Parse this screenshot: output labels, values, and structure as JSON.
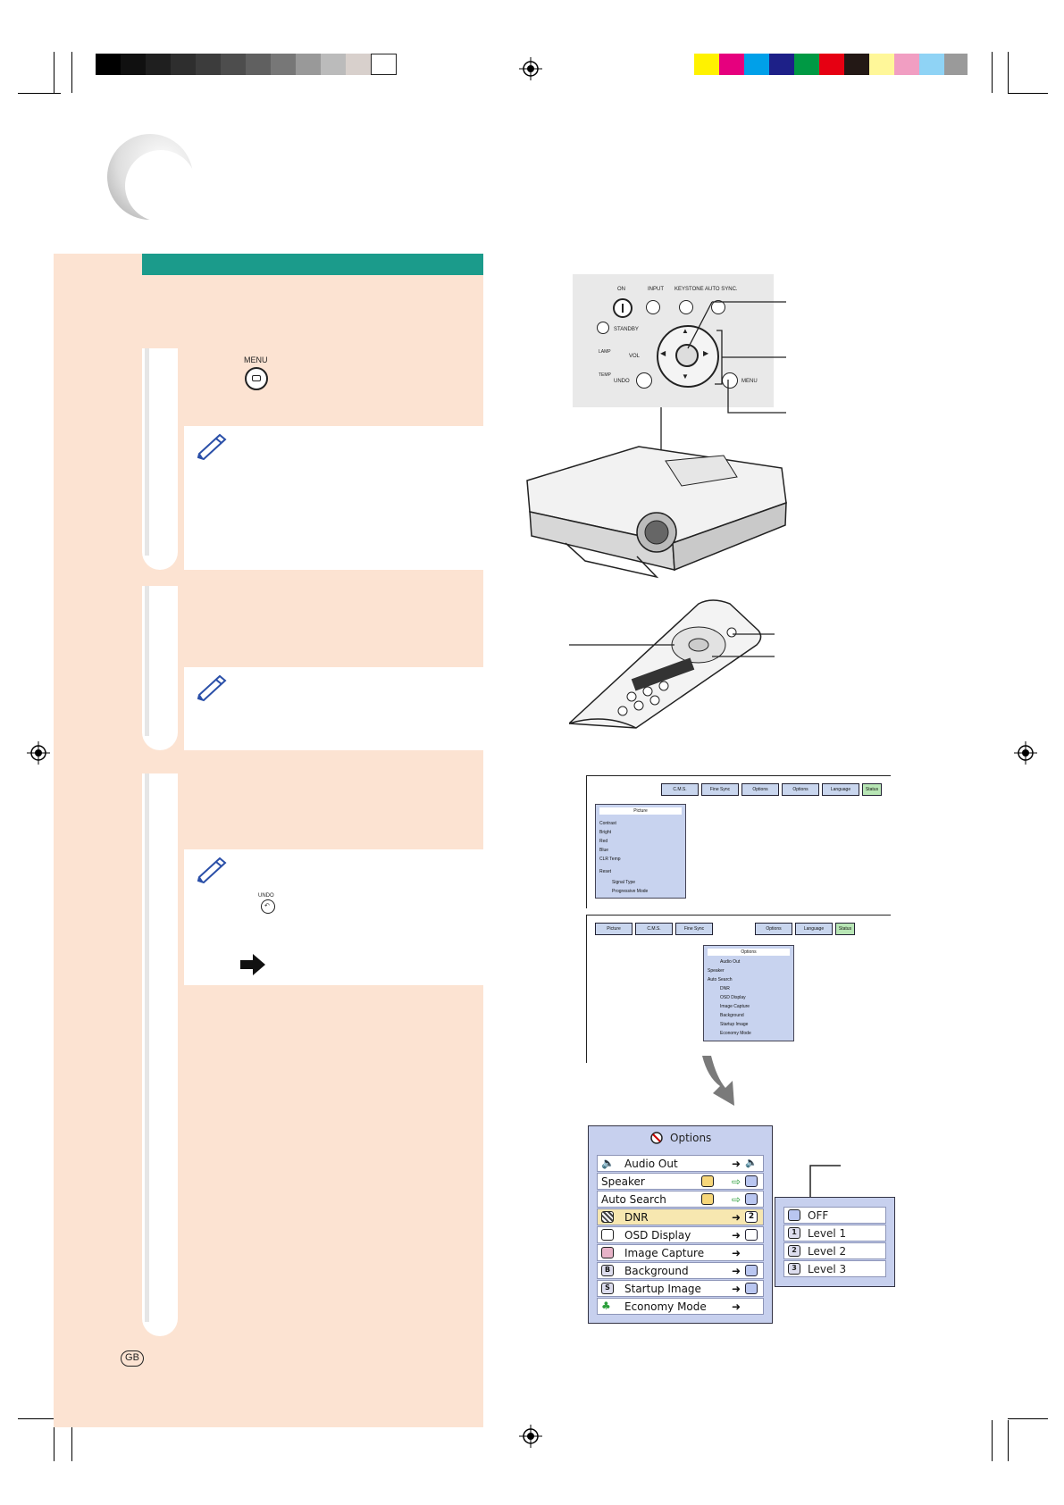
{
  "labels": {
    "menu_button_top": "MENU",
    "undo_button": "UNDO",
    "panel_on": "ON",
    "panel_input": "INPUT",
    "panel_keystone": "KEYSTONE",
    "panel_autosync": "AUTO SYNC.",
    "panel_standby": "STANDBY",
    "panel_lamp": "LAMP",
    "panel_temp": "TEMP",
    "panel_vol": "VOL",
    "panel_undo": "UNDO",
    "panel_menu": "MENU",
    "region": "GB"
  },
  "menu_bar_1": {
    "tabs": [
      "C.M.S.",
      "Fine Sync",
      "Options",
      "Options",
      "Language",
      "Status"
    ],
    "submenu_title": "Picture",
    "rows": [
      "Contrast",
      "Bright",
      "Red",
      "Blue",
      "CLR Temp",
      "Reset",
      "Signal Type",
      "Progressive Mode"
    ]
  },
  "menu_bar_2": {
    "tabs_left": [
      "Picture",
      "C.M.S.",
      "Fine Sync"
    ],
    "tabs_right": [
      "Options",
      "Language",
      "Status"
    ],
    "submenu_title": "Options",
    "rows": [
      "Audio Out",
      "Speaker",
      "Auto Search",
      "DNR",
      "OSD Display",
      "Image Capture",
      "Background",
      "Startup Image",
      "Economy Mode"
    ]
  },
  "options_menu": {
    "title": "Options",
    "items": [
      {
        "label": "Audio Out",
        "icon": "speaker-icon"
      },
      {
        "label": "Speaker",
        "icon": ""
      },
      {
        "label": "Auto Search",
        "icon": ""
      },
      {
        "label": "DNR",
        "icon": "dnr-icon",
        "highlighted": true
      },
      {
        "label": "OSD Display",
        "icon": "osd-icon"
      },
      {
        "label": "Image Capture",
        "icon": "capture-icon"
      },
      {
        "label": "Background",
        "icon": "background-icon"
      },
      {
        "label": "Startup Image",
        "icon": "startup-icon"
      },
      {
        "label": "Economy Mode",
        "icon": "leaf-icon"
      }
    ]
  },
  "dnr_submenu": {
    "items": [
      {
        "label": "OFF",
        "badge": ""
      },
      {
        "label": "Level 1",
        "badge": "1"
      },
      {
        "label": "Level 2",
        "badge": "2"
      },
      {
        "label": "Level 3",
        "badge": "3"
      }
    ]
  },
  "colors": {
    "peach": "#fce3d2",
    "teal": "#1b9b8b",
    "menu_blue": "#c7d0ee",
    "highlight": "#f7e7b0"
  }
}
